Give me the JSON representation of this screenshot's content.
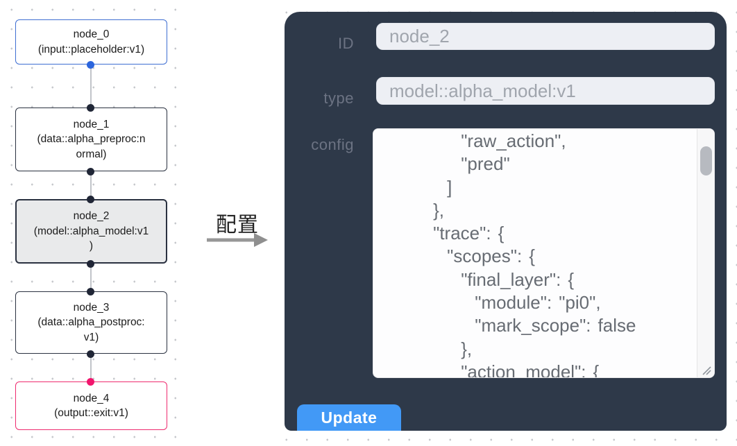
{
  "graph": {
    "nodes": [
      {
        "id": "node_0",
        "label": "node_0\n(input::placeholder:v1)",
        "accent": "blue",
        "selected": false
      },
      {
        "id": "node_1",
        "label": "node_1\n(data::alpha_preproc:n\normal)",
        "accent": "dark",
        "selected": false
      },
      {
        "id": "node_2",
        "label": "node_2\n(model::alpha_model:v1\n)",
        "accent": "dark",
        "selected": true
      },
      {
        "id": "node_3",
        "label": "node_3\n(data::alpha_postproc:\nv1)",
        "accent": "dark",
        "selected": false
      },
      {
        "id": "node_4",
        "label": "node_4\n(output::exit:v1)",
        "accent": "pink",
        "selected": false
      }
    ]
  },
  "transfer": {
    "label": "配置"
  },
  "panel": {
    "id_label": "ID",
    "id_value": "node_2",
    "type_label": "type",
    "type_value": "model::alpha_model:v1",
    "config_label": "config",
    "config_text": "        \"raw_action\",\n        \"pred\"\n      ]\n    },\n    \"trace\": {\n      \"scopes\": {\n        \"final_layer\": {\n          \"module\": \"pi0\",\n          \"mark_scope\": false\n        },\n        \"action_model\": {",
    "update_label": "Update"
  },
  "colors": {
    "panel_background": "#2e3949",
    "accent_blue_node": "#3e6ed2",
    "accent_pink_node": "#ee2a6e",
    "port_dark": "#202636",
    "port_blue": "#2b65dd",
    "port_pink": "#f1156d",
    "update_button": "#4299f6",
    "selected_node_fill": "#e9eaeb"
  }
}
